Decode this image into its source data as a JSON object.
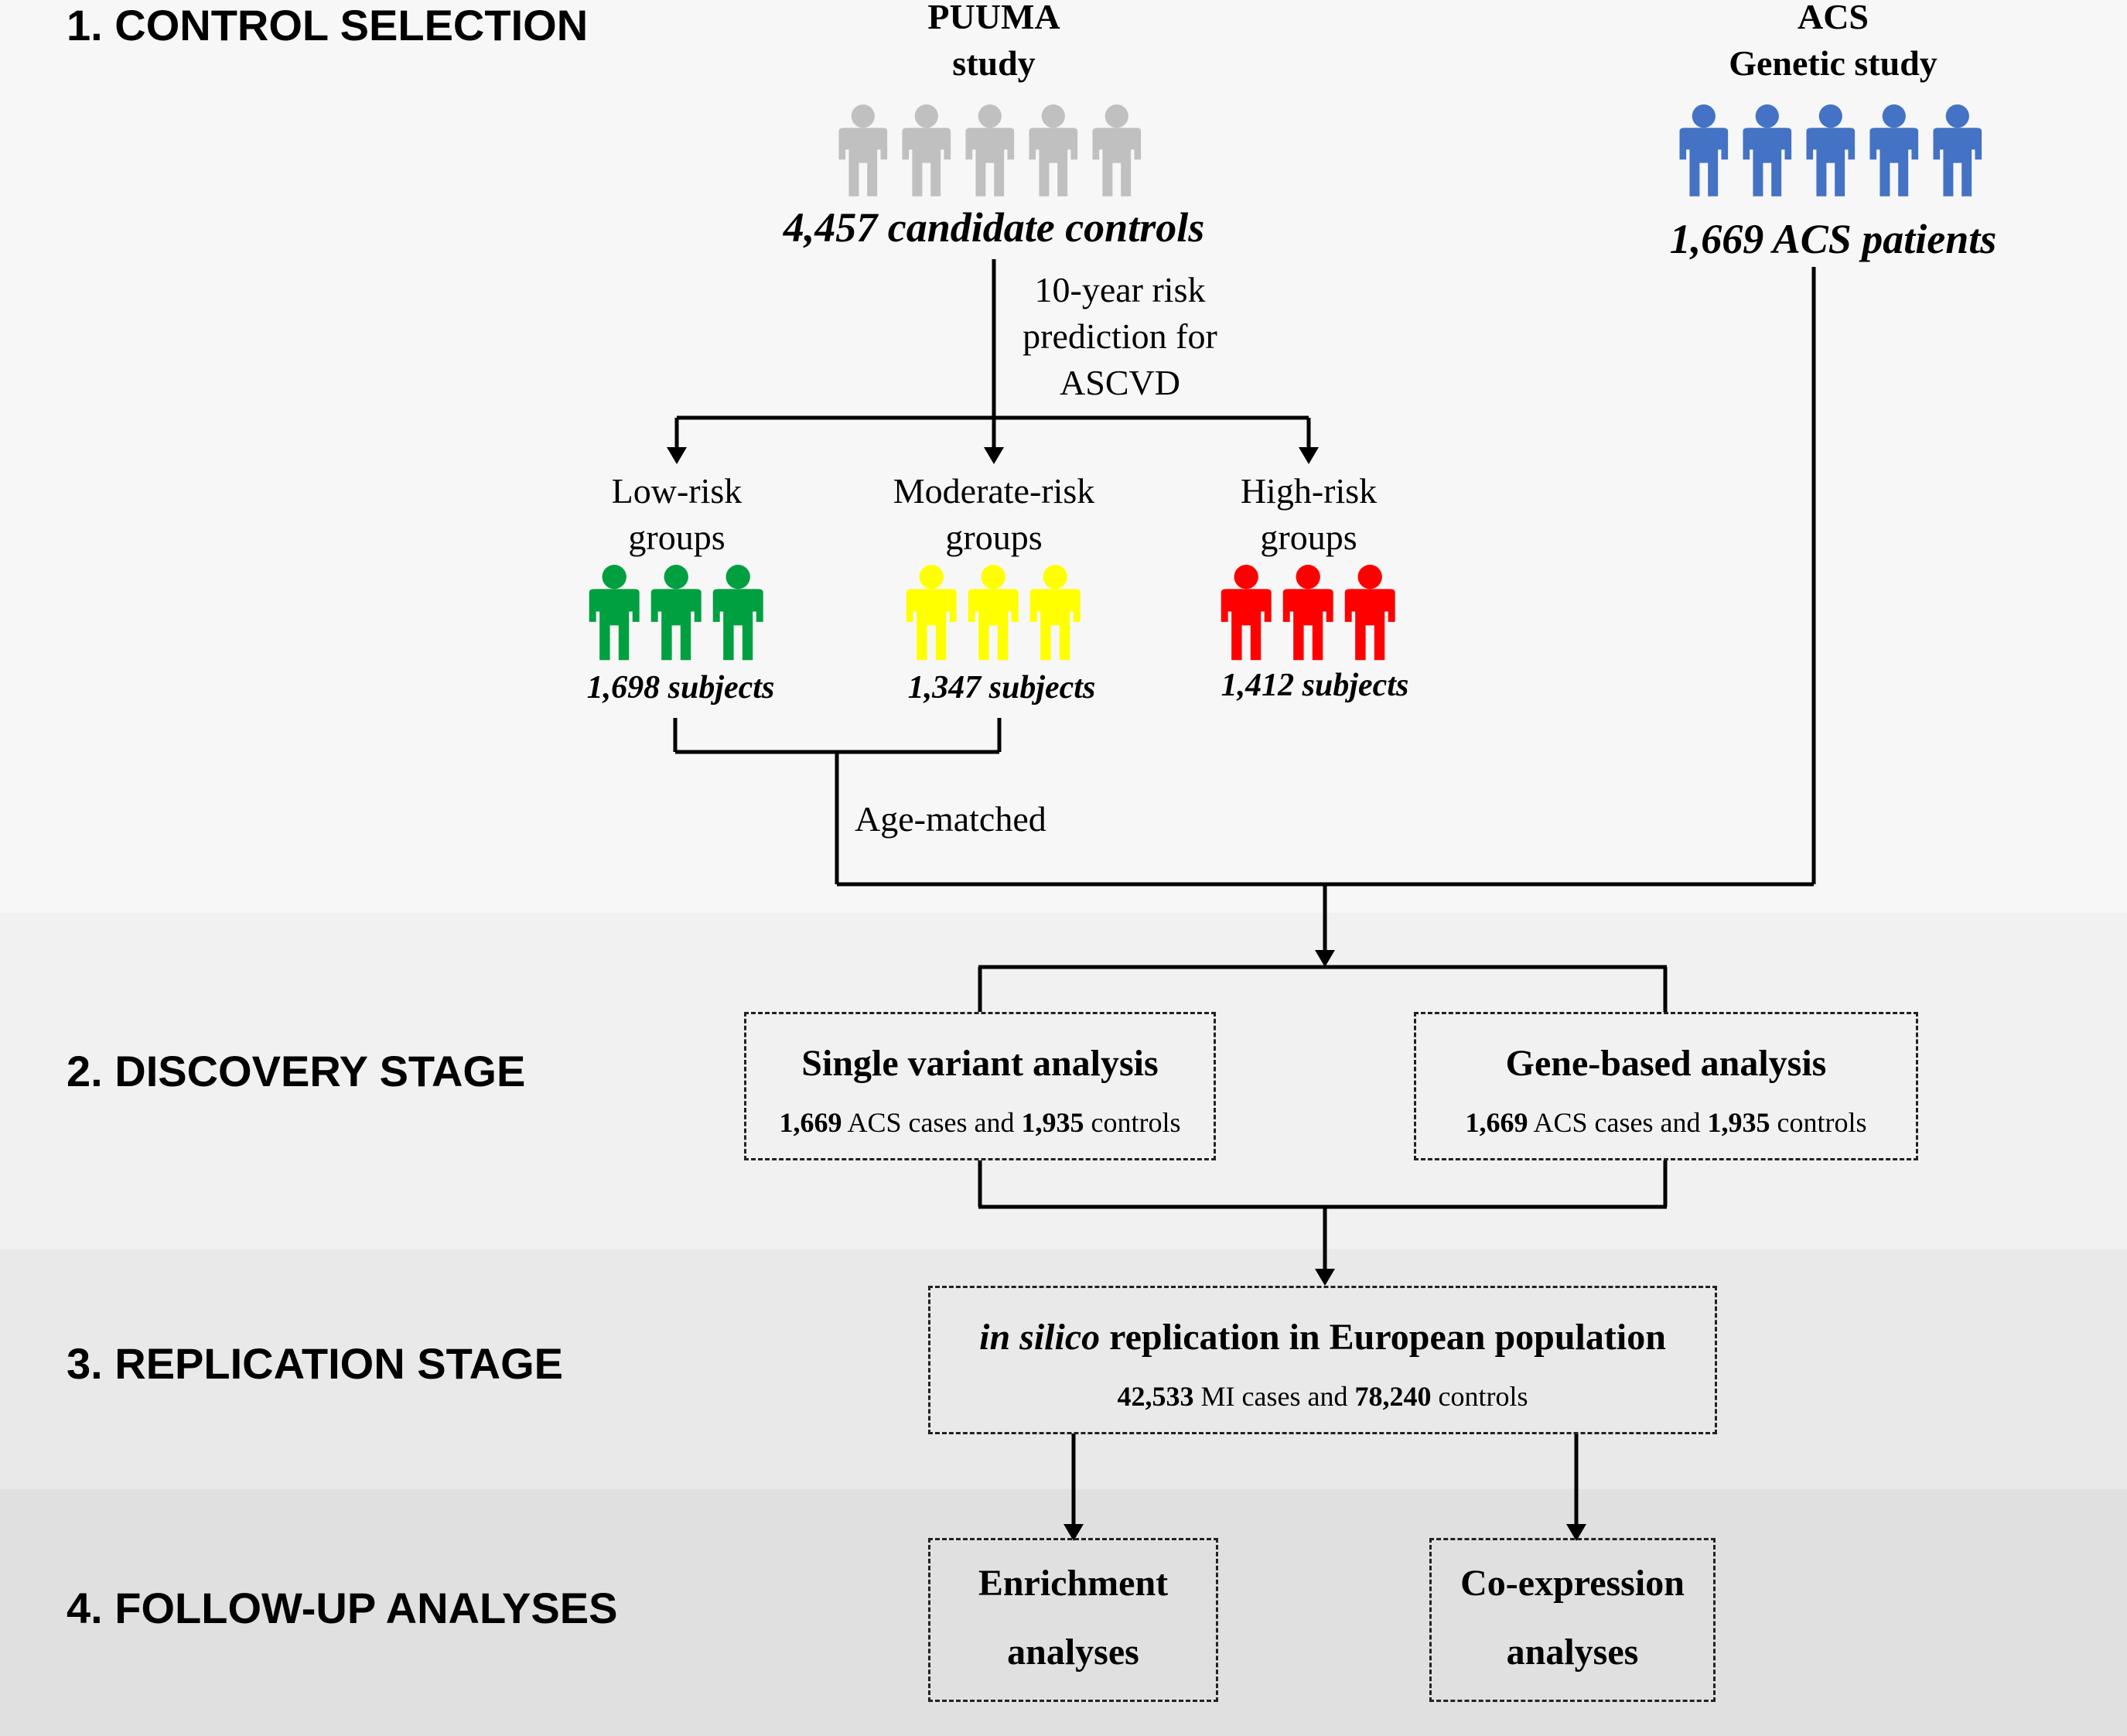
{
  "stages": {
    "s1": "1. CONTROL SELECTION",
    "s2": "2. DISCOVERY STAGE",
    "s3": "3. REPLICATION STAGE",
    "s4": "4. FOLLOW-UP ANALYSES"
  },
  "puuma": {
    "title_line1": "PUUMA",
    "title_line2": "study",
    "count": "4,457 candidate controls",
    "icon_color": "#c0c0c0"
  },
  "acs": {
    "title_line1": "ACS",
    "title_line2": "Genetic study",
    "count": "1,669 ACS patients",
    "icon_color": "#4472c4"
  },
  "risk_prediction": {
    "line1": "10-year risk",
    "line2": "prediction for",
    "line3": "ASCVD"
  },
  "groups": [
    {
      "line1": "Low-risk",
      "line2": "groups",
      "count": "1,698 subjects",
      "color": "#00a040"
    },
    {
      "line1": "Moderate-risk",
      "line2": "groups",
      "count": "1,347 subjects",
      "color": "#ffff00"
    },
    {
      "line1": "High-risk",
      "line2": "groups",
      "count": "1,412 subjects",
      "color": "#ff0000"
    }
  ],
  "age_matched": "Age-matched",
  "discovery": {
    "single": {
      "title": "Single variant analysis",
      "n_cases": "1,669",
      "cases_text": " ACS cases and ",
      "n_controls": "1,935",
      "controls_text": " controls"
    },
    "gene": {
      "title": "Gene-based analysis",
      "n_cases": "1,669",
      "cases_text": " ACS cases and ",
      "n_controls": "1,935",
      "controls_text": " controls"
    }
  },
  "replication": {
    "title_italic": "in silico",
    "title_rest": " replication in European population",
    "n_cases": "42,533",
    "cases_text": " MI cases and ",
    "n_controls": "78,240",
    "controls_text": " controls"
  },
  "followup": {
    "enrichment_line1": "Enrichment",
    "enrichment_line2": "analyses",
    "coexpression_line1": "Co-expression",
    "coexpression_line2": "analyses"
  },
  "band_colors": [
    "#f7f7f7",
    "#f1f1f1",
    "#e8e8e8",
    "#e0e0e0"
  ]
}
